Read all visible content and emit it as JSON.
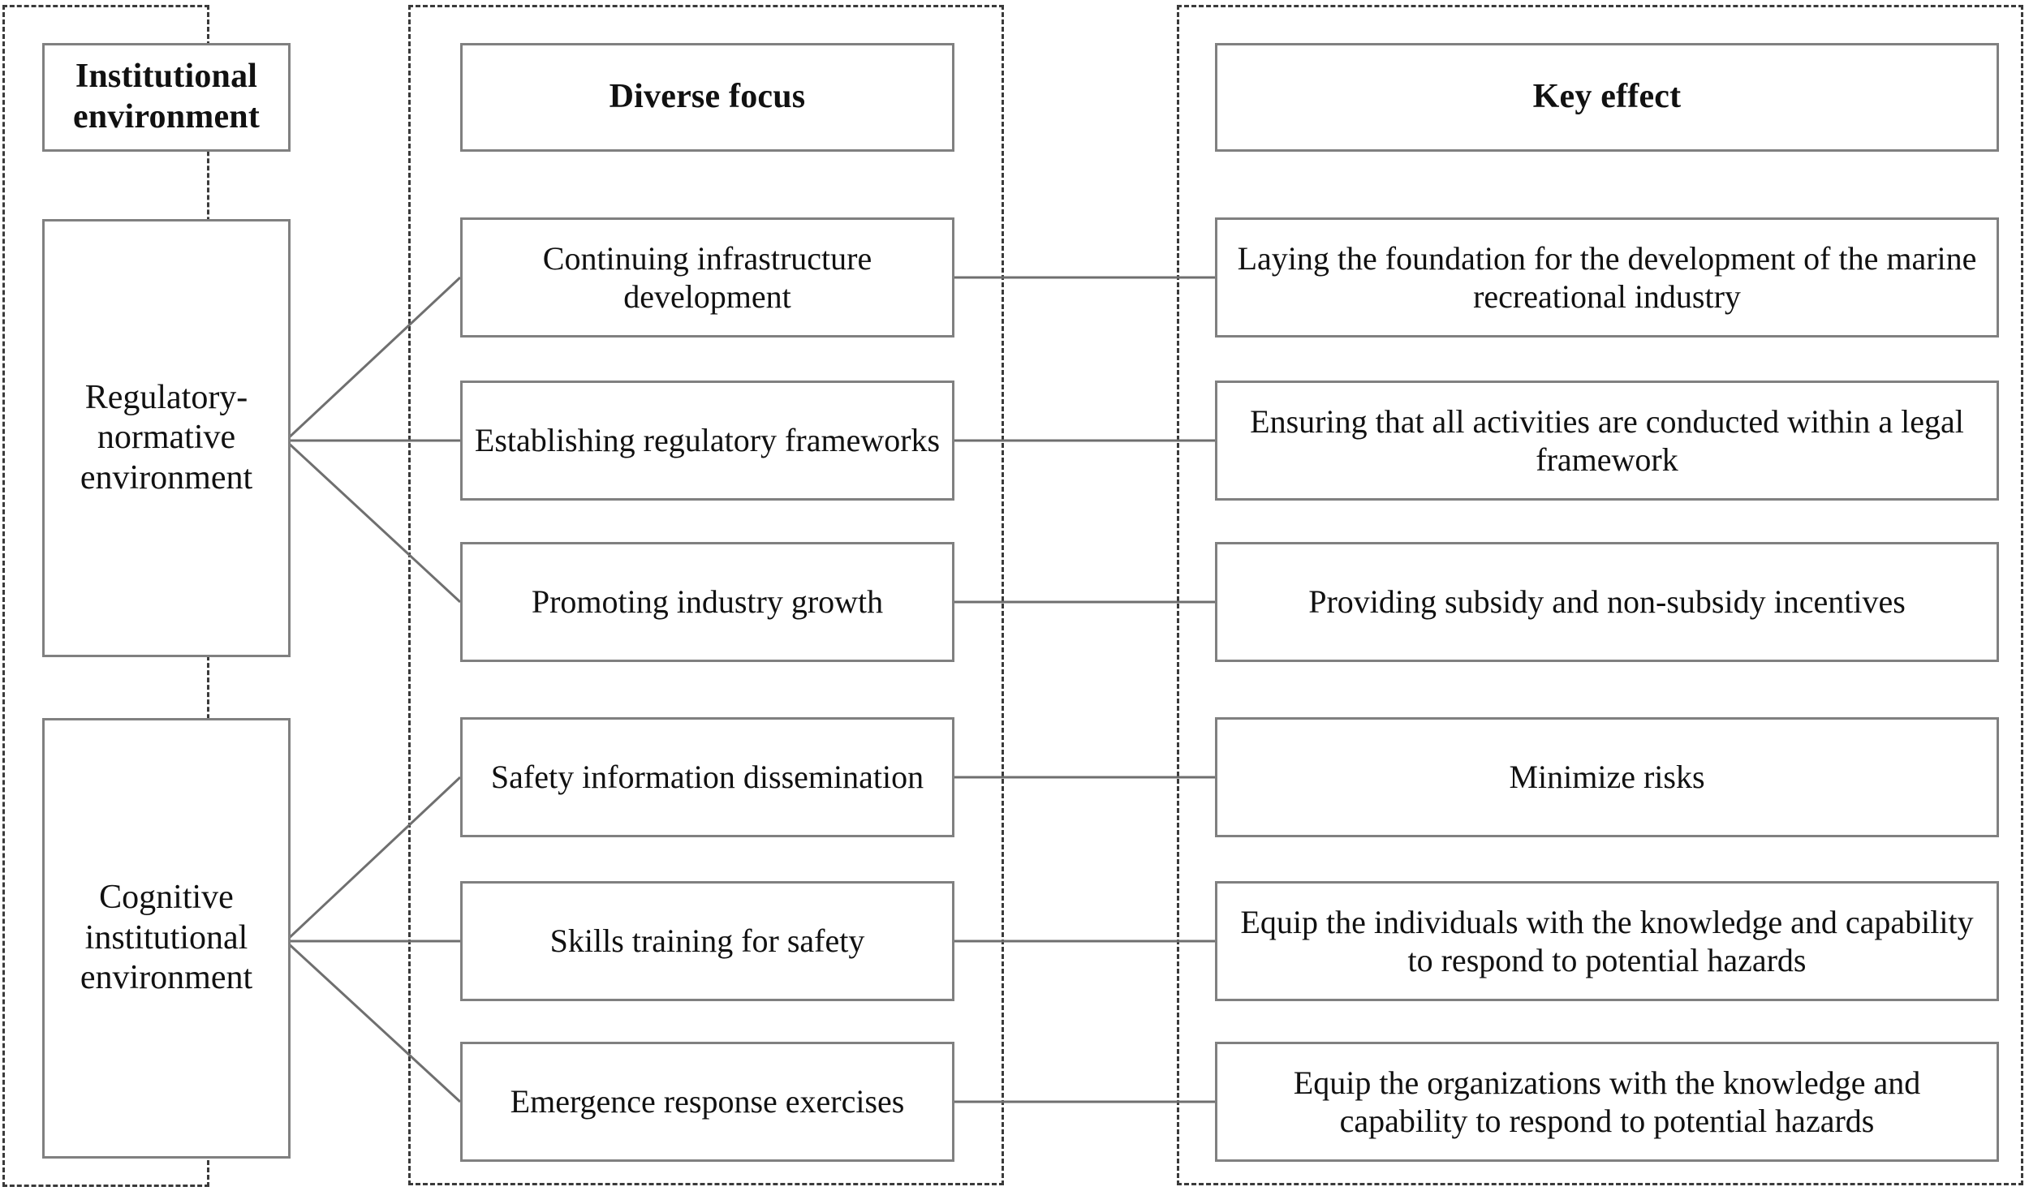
{
  "diagram": {
    "title_columns": {
      "institutional_environment": "Institutional environment",
      "diverse_focus": "Diverse focus",
      "key_effect": "Key effect"
    },
    "categories": [
      {
        "id": "regulatory",
        "label": "Regulatory-normative environment"
      },
      {
        "id": "cognitive",
        "label": "Cognitive institutional environment"
      }
    ],
    "rows": [
      {
        "category": "regulatory",
        "focus": "Continuing infrastructure development",
        "effect": "Laying the foundation for the development of the marine recreational industry"
      },
      {
        "category": "regulatory",
        "focus": "Establishing regulatory frameworks",
        "effect": "Ensuring that all activities are conducted within a legal framework"
      },
      {
        "category": "regulatory",
        "focus": "Promoting industry growth",
        "effect": "Providing subsidy and non-subsidy incentives"
      },
      {
        "category": "cognitive",
        "focus": "Safety information dissemination",
        "effect": "Minimize risks"
      },
      {
        "category": "cognitive",
        "focus": "Skills training for safety",
        "effect": "Equip the individuals with the knowledge and capability to respond to potential hazards"
      },
      {
        "category": "cognitive",
        "focus": "Emergence response exercises",
        "effect": "Equip the organizations with the knowledge and capability to respond to potential hazards"
      }
    ],
    "colors": {
      "box_border": "#808080",
      "region_border": "#3a3a3a",
      "connector": "#6f6f6f",
      "text": "#111111",
      "background": "#ffffff"
    }
  }
}
